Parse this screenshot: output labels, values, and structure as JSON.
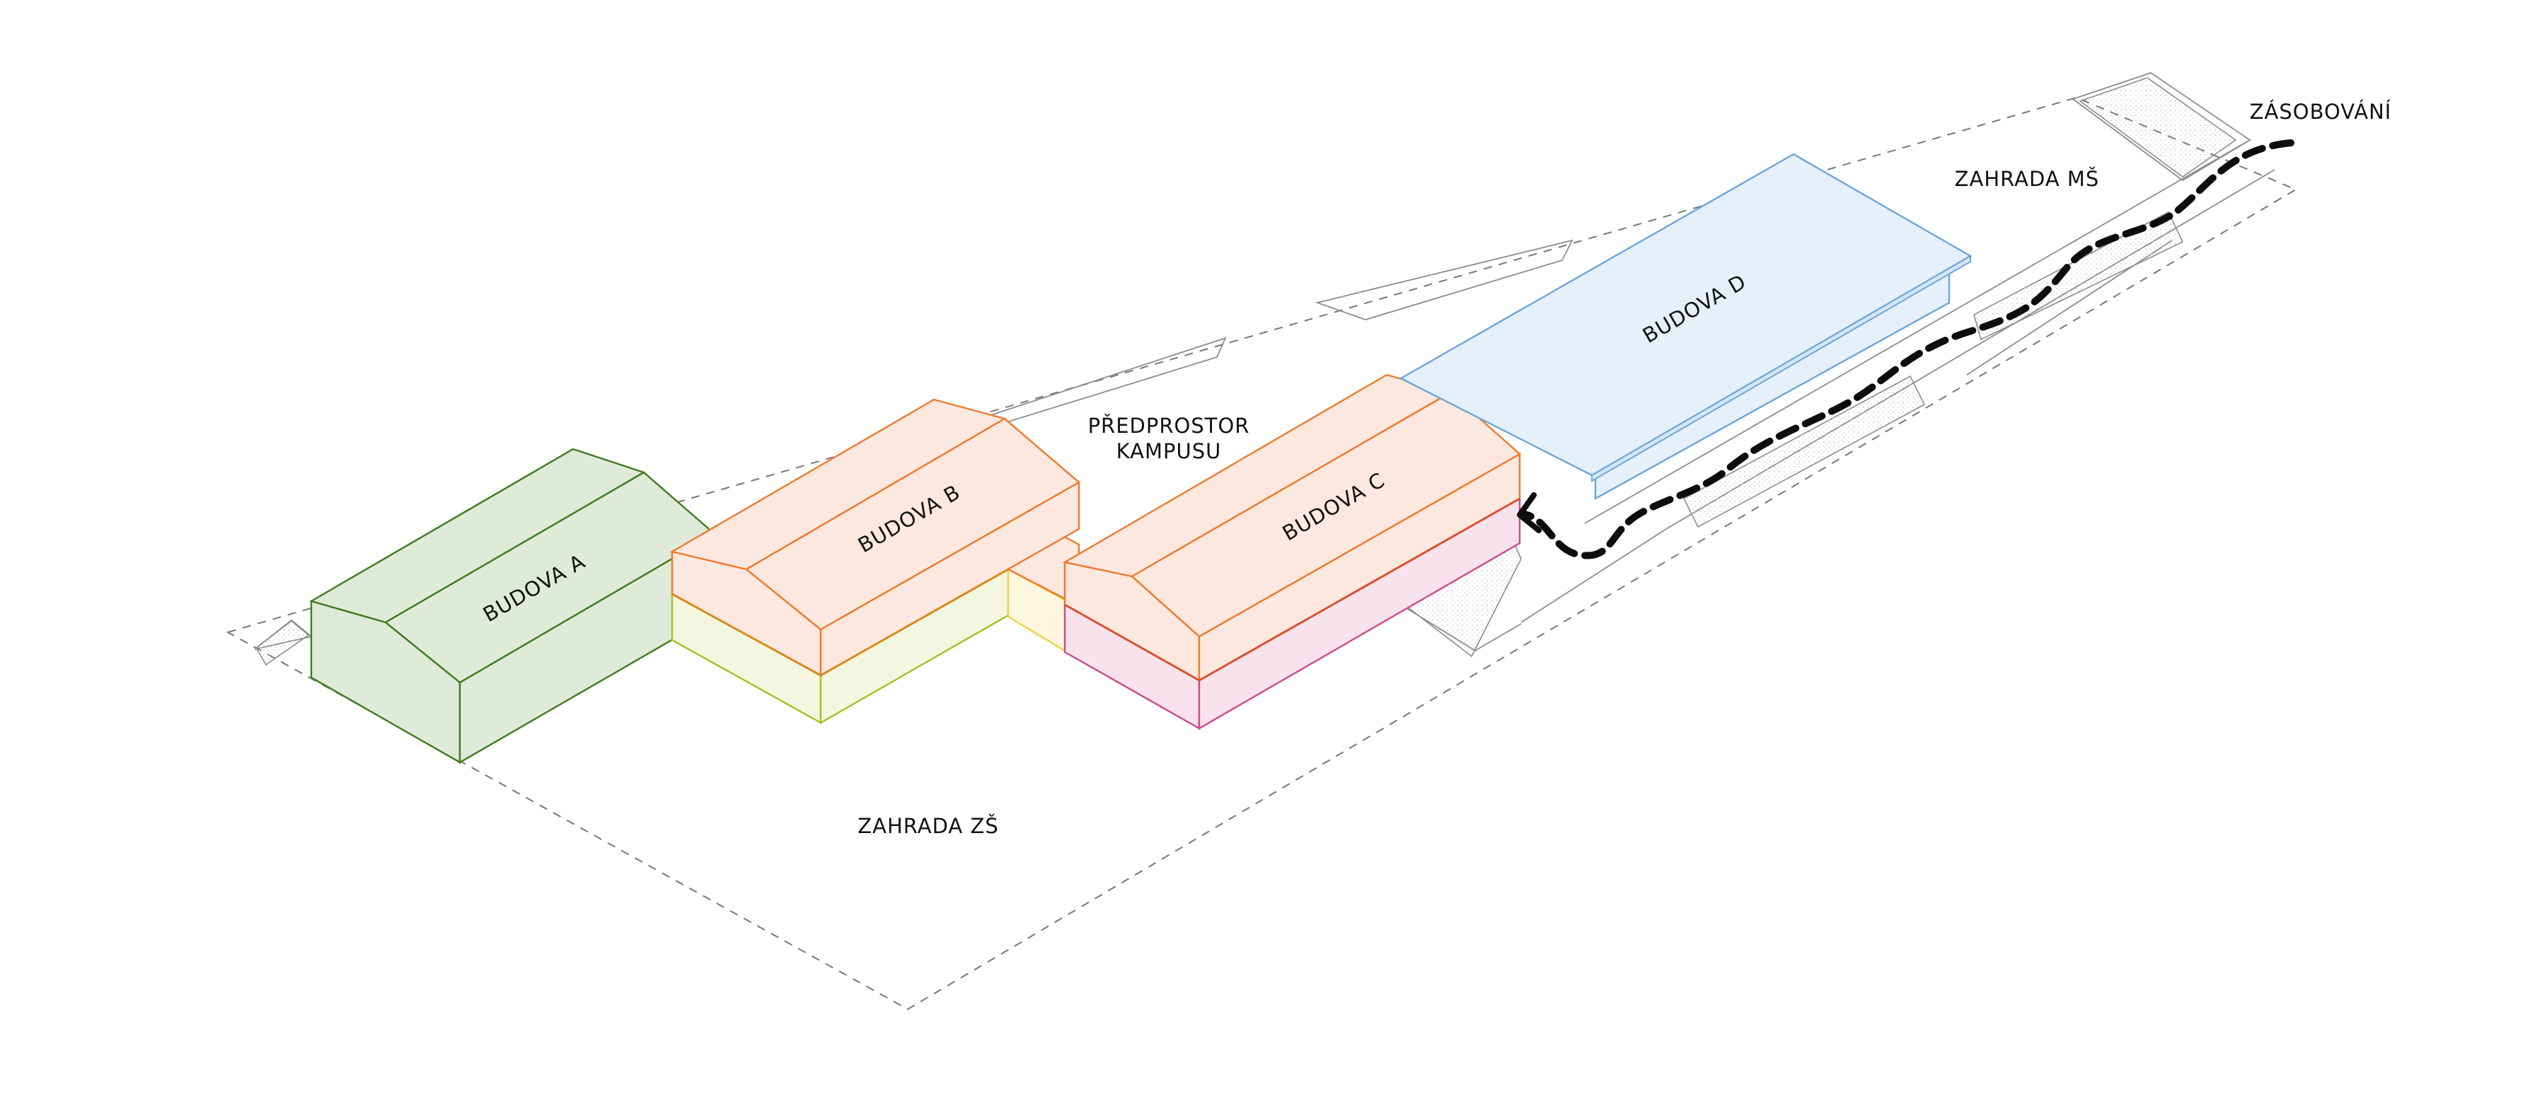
{
  "labels": {
    "budova_a": "BUDOVA A",
    "budova_b": "BUDOVA B",
    "budova_c": "BUDOVA C",
    "budova_d": "BUDOVA D",
    "predprostor_line1": "PŘEDPROSTOR",
    "predprostor_line2": "KAMPUSU",
    "zahrada_ms": "ZAHRADA MŠ",
    "zahrada_zs": "ZAHRADA ZŠ",
    "zasobovani": "ZÁSOBOVÁNÍ"
  },
  "colors": {
    "budova_a_fill": "#e0ead8",
    "budova_a_stroke": "#3f7a1e",
    "roof_fill": "#fce8de",
    "roof_stroke": "#ee7a2e",
    "budova_b_ground_fill": "#f3f7df",
    "budova_b_ground_stroke": "#a8bf26",
    "connector_fill": "#fdf7df",
    "connector_stroke": "#f2d040",
    "budova_c_ground_fill": "#f8e2ec",
    "budova_c_ground_stroke": "#cc4a8a",
    "budova_d_fill": "#e6f0fa",
    "budova_d_stroke": "#6aa6dc",
    "route": "#0d0d0d"
  }
}
